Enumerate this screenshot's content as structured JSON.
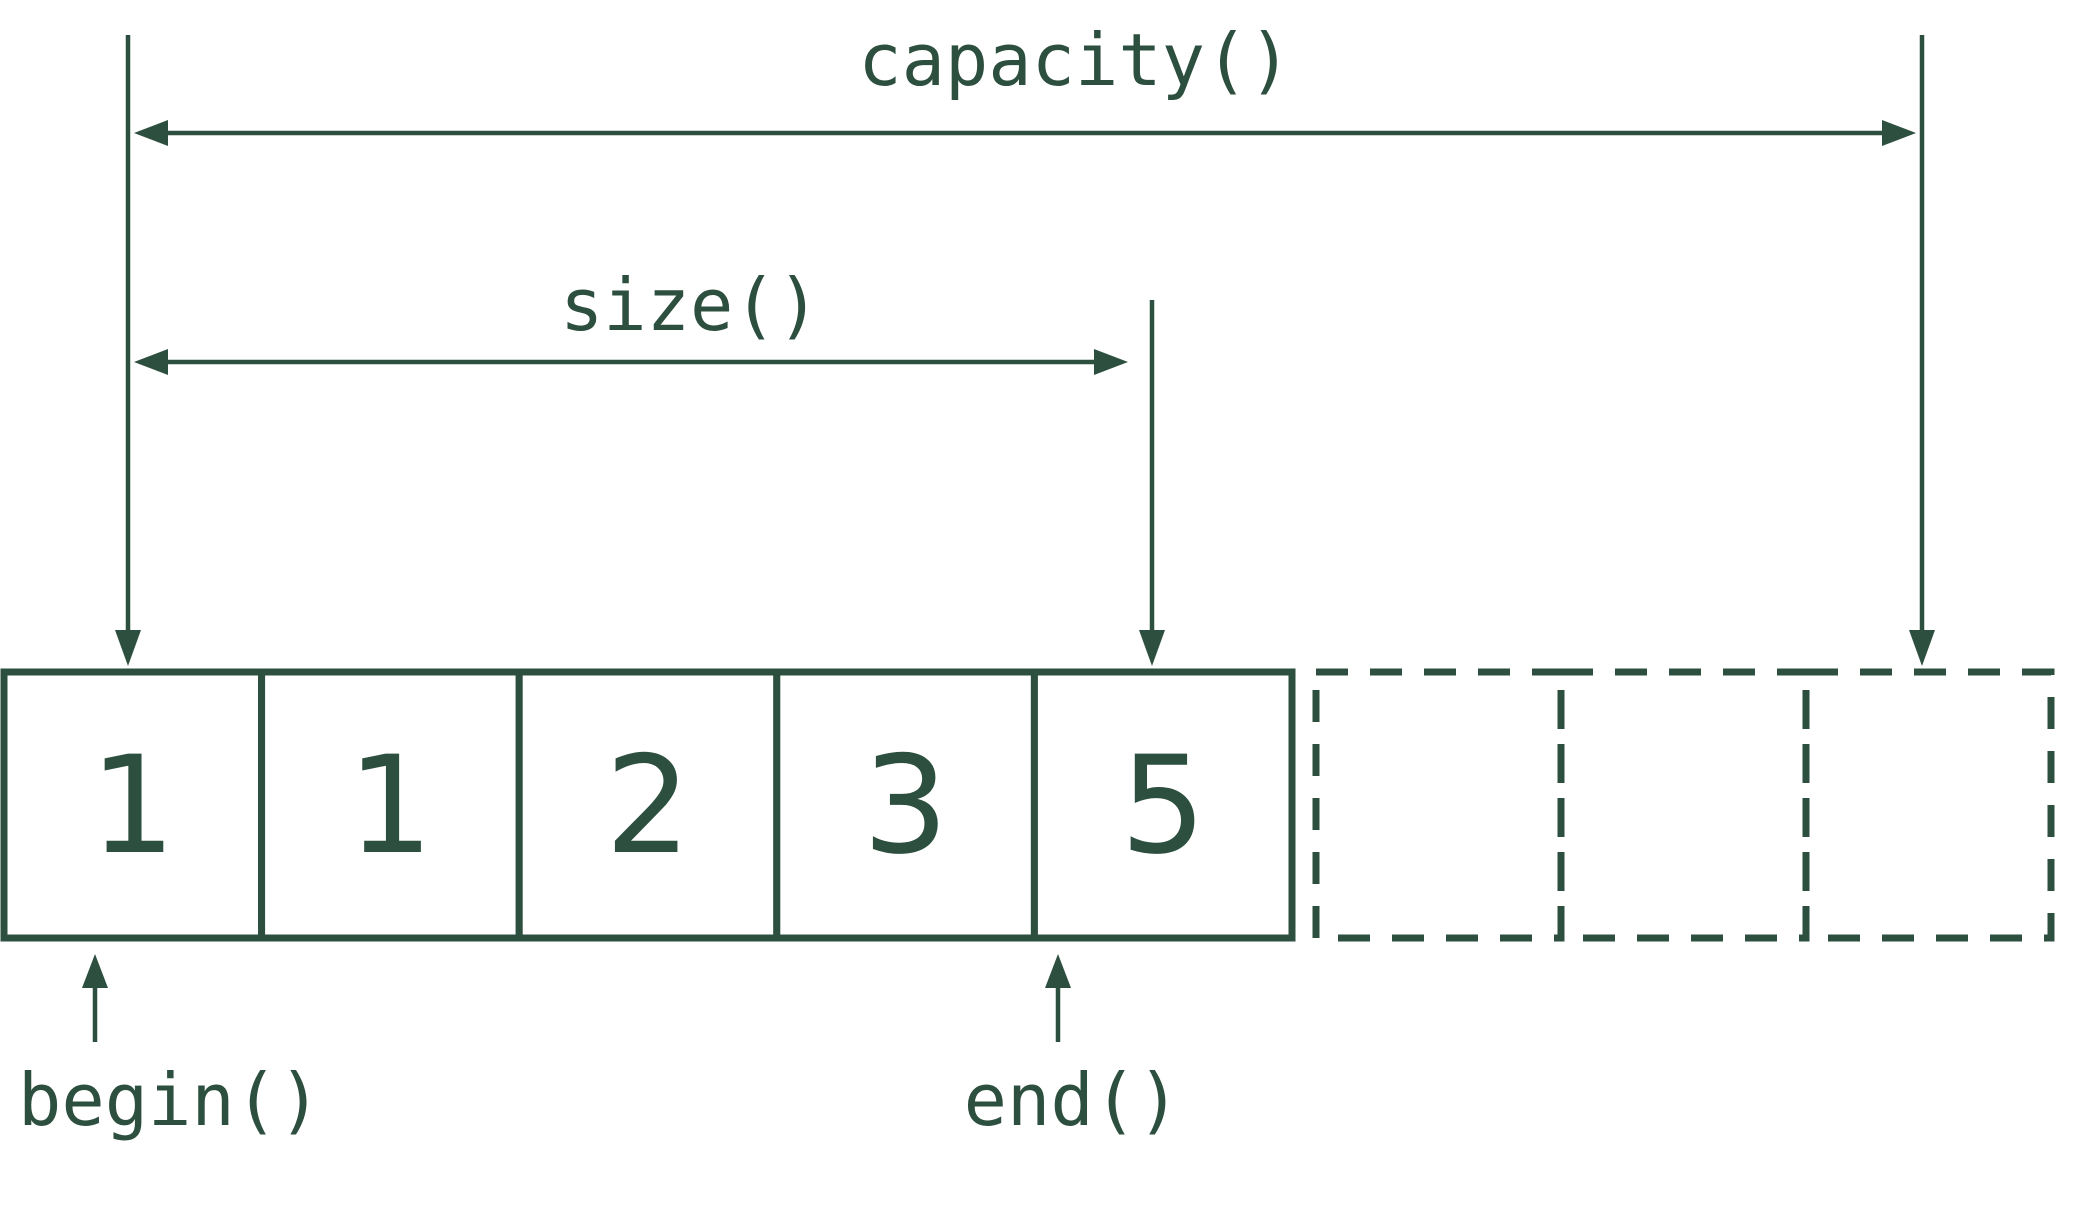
{
  "figure": {
    "type": "vector-memory-diagram",
    "labels": {
      "capacity": "capacity()",
      "size": "size()",
      "begin": "begin()",
      "end": "end()"
    },
    "array": {
      "filled_values": [
        "1",
        "1",
        "2",
        "3",
        "5"
      ],
      "empty_cell_count": 3
    },
    "colors": {
      "ink": "#2d4f3f",
      "background": "#ffffff"
    }
  }
}
